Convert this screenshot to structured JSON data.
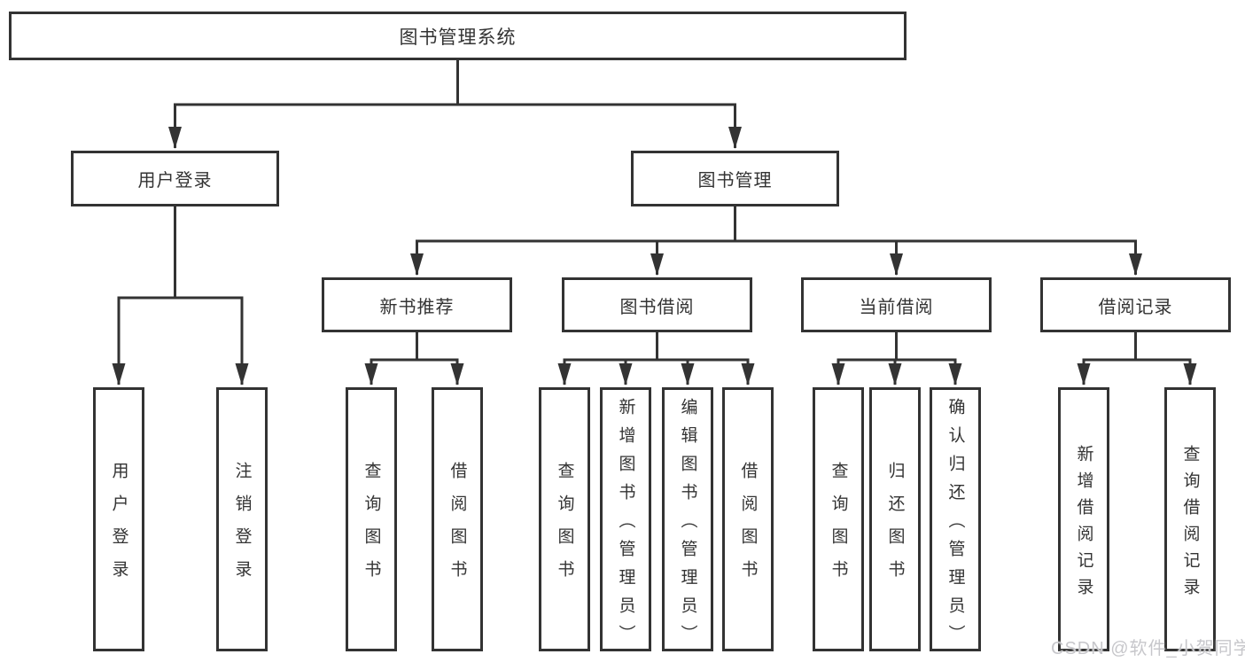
{
  "diagram_type": "tree-diagram",
  "title": "图书管理系统",
  "watermark": "CSDN @软件_小贺同学",
  "colors": {
    "line": "#333333",
    "box_border": "#333333",
    "text": "#333333",
    "watermark": "#c7c7cb",
    "background": "#ffffff"
  },
  "tree": {
    "label": "图书管理系统",
    "children": [
      {
        "label": "用户登录",
        "children": [
          {
            "label": "用户登录"
          },
          {
            "label": "注销登录"
          }
        ]
      },
      {
        "label": "图书管理",
        "children": [
          {
            "label": "新书推荐",
            "children": [
              {
                "label": "查询图书"
              },
              {
                "label": "借阅图书"
              }
            ]
          },
          {
            "label": "图书借阅",
            "children": [
              {
                "label": "查询图书"
              },
              {
                "label": "新增图书（管理员）"
              },
              {
                "label": "编辑图书（管理员）"
              },
              {
                "label": "借阅图书"
              }
            ]
          },
          {
            "label": "当前借阅",
            "children": [
              {
                "label": "查询图书"
              },
              {
                "label": "归还图书"
              },
              {
                "label": "确认归还（管理员）"
              }
            ]
          },
          {
            "label": "借阅记录",
            "children": [
              {
                "label": "新增借阅记录"
              },
              {
                "label": "查询借阅记录"
              }
            ]
          }
        ]
      }
    ]
  }
}
